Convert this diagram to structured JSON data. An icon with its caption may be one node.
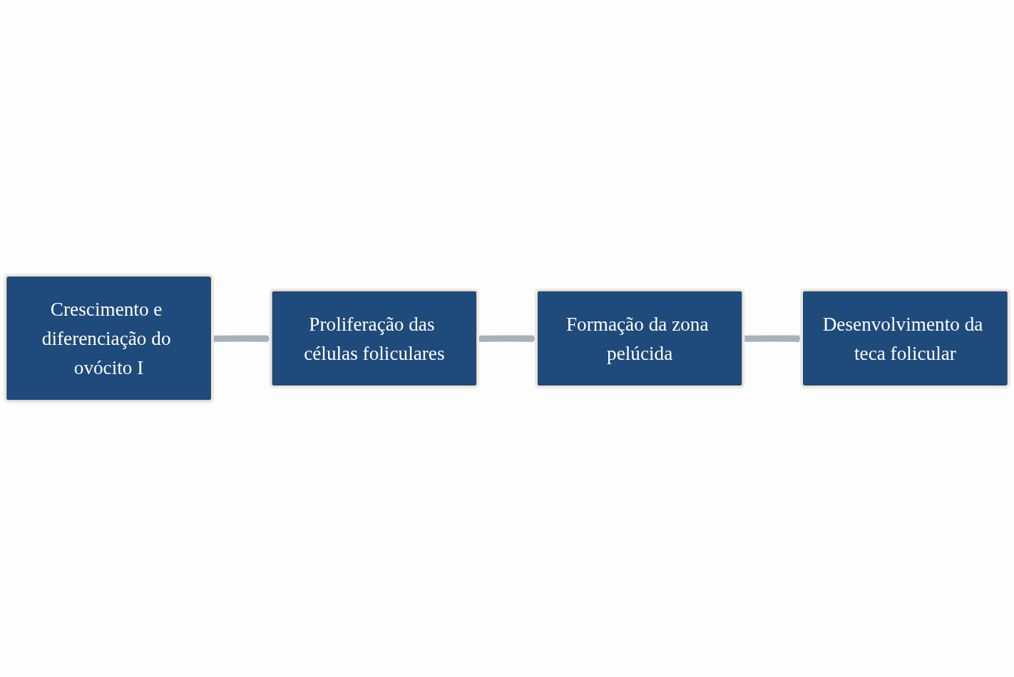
{
  "diagram": {
    "nodes": [
      {
        "text": [
          "Crescimento e diferenciação do ovócito I"
        ]
      },
      {
        "text": [
          "Proliferação das células foliculares"
        ]
      },
      {
        "text": [
          "Formação da zona pelúcida"
        ]
      },
      {
        "text": [
          "Desenvolvimento da teca folicular"
        ]
      }
    ],
    "edges": [
      {
        "from": 0,
        "to": 1,
        "arrow": "to"
      },
      {
        "from": 1,
        "to": 2,
        "arrow": "to"
      },
      {
        "from": 2,
        "to": 3,
        "arrow": "to"
      }
    ]
  }
}
